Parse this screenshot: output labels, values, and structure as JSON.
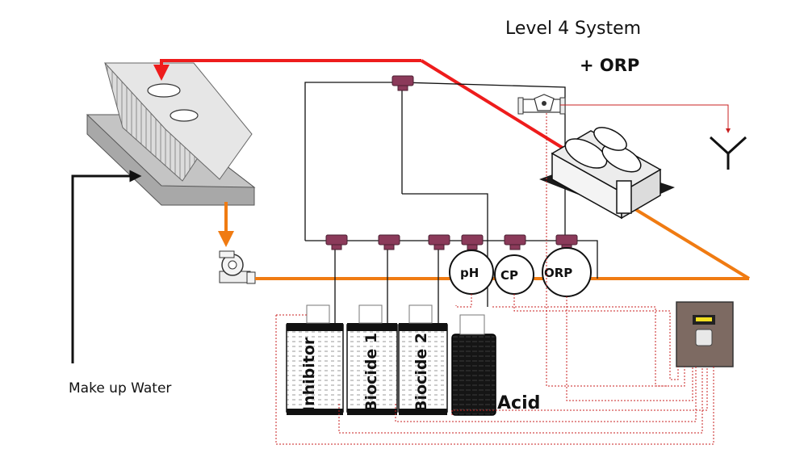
{
  "title": "Level 4 System",
  "subtitle": "+ ORP",
  "labels": {
    "makeup_water": "Make up Water",
    "acid": "Acid"
  },
  "tanks": [
    {
      "label": "Inhibitor"
    },
    {
      "label": "Biocide 1"
    },
    {
      "label": "Biocide 2"
    }
  ],
  "probes": [
    {
      "label": "pH"
    },
    {
      "label": "CP"
    },
    {
      "label": "ORP"
    }
  ],
  "colors": {
    "recirc_line": "#f07b12",
    "hot_return": "#ee1c1c",
    "valve": "#8b3a5a",
    "signal_wire": "#c82020",
    "controller": "#7d6a62",
    "display": "#f2e020"
  }
}
